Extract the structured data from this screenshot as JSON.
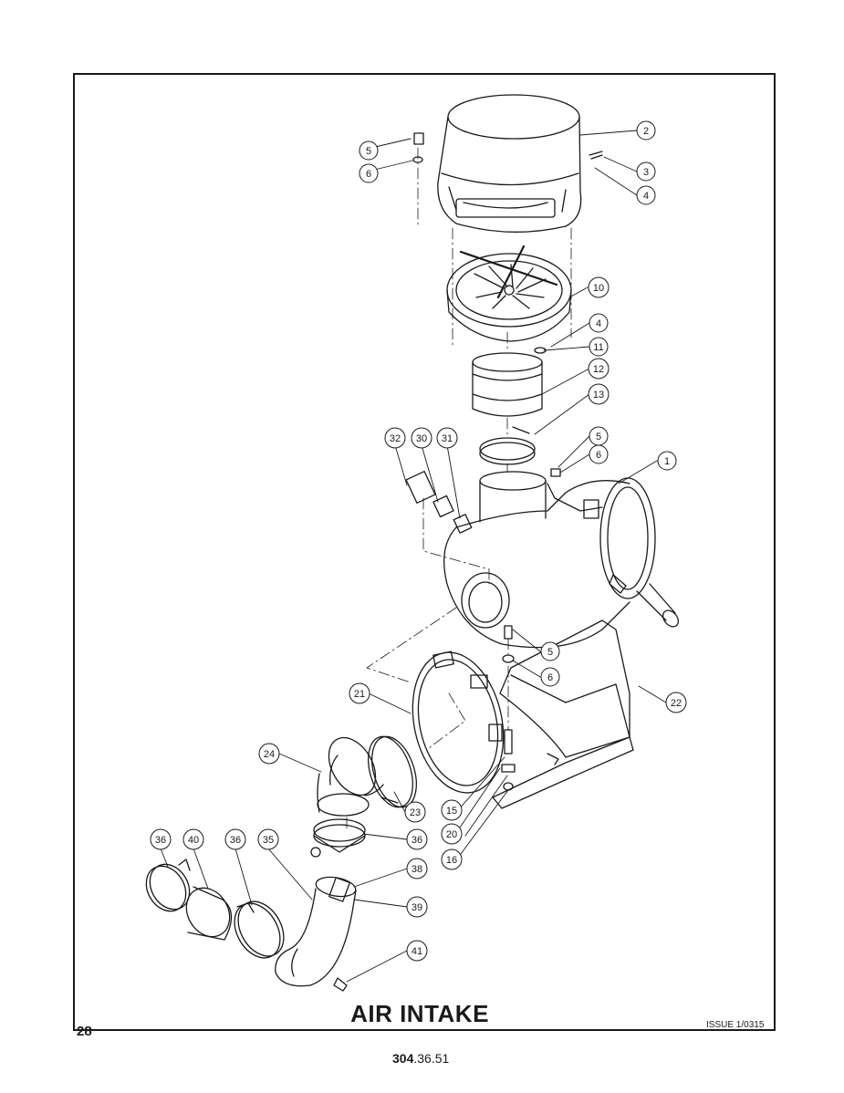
{
  "title": "AIR INTAKE",
  "page_number": "28",
  "issue": "ISSUE 1/0315",
  "doc_code_bold": "304",
  "doc_code_rest": ".36.51",
  "callouts": [
    {
      "id": "c2",
      "label": "2"
    },
    {
      "id": "c5a",
      "label": "5"
    },
    {
      "id": "c6a",
      "label": "6"
    },
    {
      "id": "c3",
      "label": "3"
    },
    {
      "id": "c4a",
      "label": "4"
    },
    {
      "id": "c10",
      "label": "10"
    },
    {
      "id": "c4b",
      "label": "4"
    },
    {
      "id": "c11",
      "label": "11"
    },
    {
      "id": "c12",
      "label": "12"
    },
    {
      "id": "c13",
      "label": "13"
    },
    {
      "id": "c5b",
      "label": "5"
    },
    {
      "id": "c6b",
      "label": "6"
    },
    {
      "id": "c1",
      "label": "1"
    },
    {
      "id": "c32",
      "label": "32"
    },
    {
      "id": "c30",
      "label": "30"
    },
    {
      "id": "c31",
      "label": "31"
    },
    {
      "id": "c5c",
      "label": "5"
    },
    {
      "id": "c6c",
      "label": "6"
    },
    {
      "id": "c22",
      "label": "22"
    },
    {
      "id": "c21",
      "label": "21"
    },
    {
      "id": "c24",
      "label": "24"
    },
    {
      "id": "c23",
      "label": "23"
    },
    {
      "id": "c15",
      "label": "15"
    },
    {
      "id": "c20",
      "label": "20"
    },
    {
      "id": "c16",
      "label": "16"
    },
    {
      "id": "c36a",
      "label": "36"
    },
    {
      "id": "c40",
      "label": "40"
    },
    {
      "id": "c36b",
      "label": "36"
    },
    {
      "id": "c35",
      "label": "35"
    },
    {
      "id": "c36c",
      "label": "36"
    },
    {
      "id": "c38",
      "label": "38"
    },
    {
      "id": "c39",
      "label": "39"
    },
    {
      "id": "c41",
      "label": "41"
    }
  ]
}
